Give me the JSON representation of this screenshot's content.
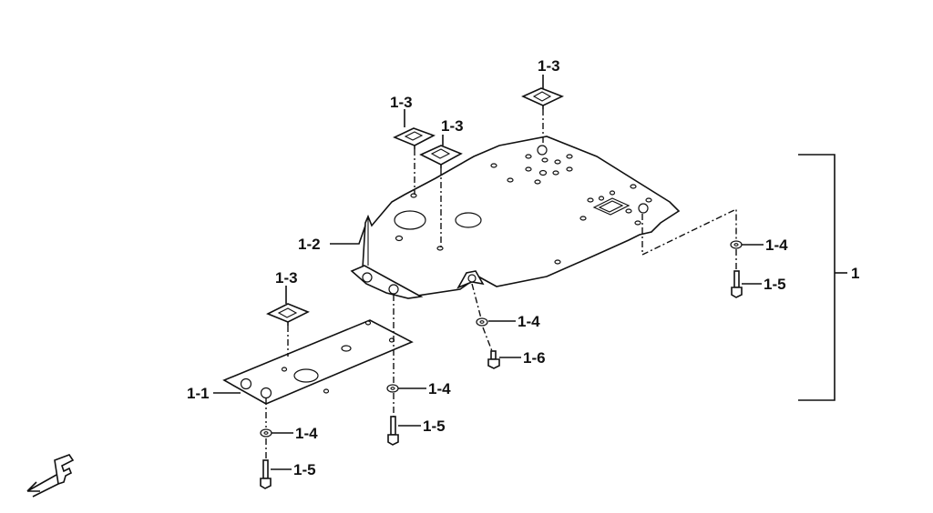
{
  "labels": {
    "assembly": "1",
    "guard_front": "1-1",
    "skid_plate": "1-2",
    "clip_a": "1-3",
    "clip_b": "1-3",
    "clip_c": "1-3",
    "clip_d": "1-3",
    "washer_rear": "1-4",
    "washer_center": "1-4",
    "washer_front_a": "1-4",
    "washer_front_b": "1-4",
    "bolt_rear": "1-5",
    "bolt_front_a": "1-5",
    "bolt_front_b": "1-5",
    "bolt_short": "1-6"
  },
  "colors": {
    "line": "#111111",
    "background": "#ffffff"
  },
  "icons": {
    "front_indicator": "front-direction-arrow-icon"
  }
}
